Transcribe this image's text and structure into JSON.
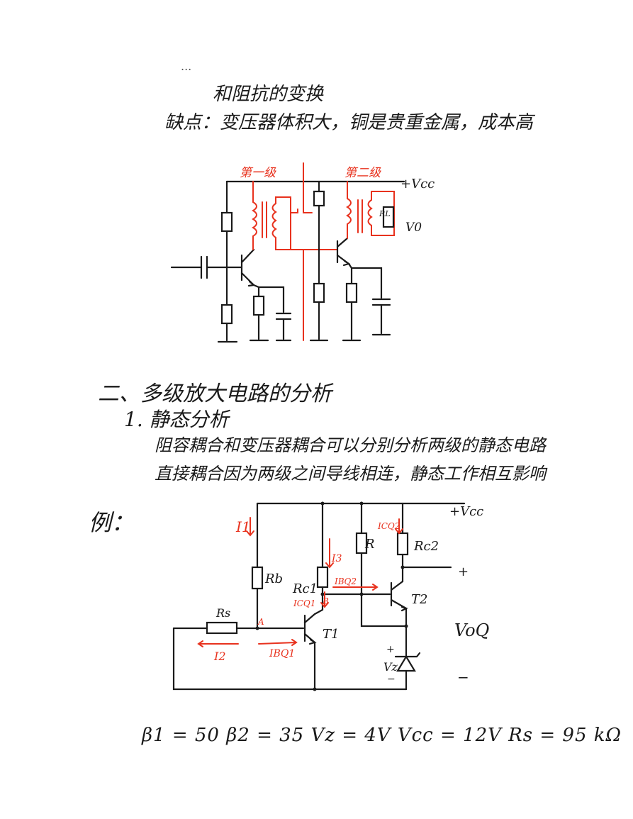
{
  "notes": {
    "partial_top": "...",
    "impedance_line": "和阻抗的变换",
    "disadvantage_line": "缺点：变压器体积大，铜是贵重金属，成本高",
    "section_title": "二、多级放大电路的分析",
    "subsection_title": "1. 静态分析",
    "point_1": "阻容耦合和变压器耦合可以分别分析两级的静态电路",
    "point_2": "直接耦合因为两级之间导线相连，静态工作相互影响",
    "example_label": "例："
  },
  "circuit1": {
    "stage1_label": "第一级",
    "stage2_label": "第二级",
    "vcc_label": "+Vcc",
    "rl_label": "RL",
    "vo_label": "V0"
  },
  "circuit2": {
    "vcc_label": "+Vcc",
    "i1_label": "I1",
    "icq2_label": "ICQ2",
    "r_label": "R",
    "rc2_label": "Rc2",
    "rb_label": "Rb",
    "rc1_label": "Rc1",
    "i3_label": "I3",
    "ibq2_label": "IBQ2",
    "t2_label": "T2",
    "icq1_label": "ICQ1",
    "b_label": "B",
    "rs_label": "Rs",
    "a_label": "A",
    "t1_label": "T1",
    "i2_label": "I2",
    "ibq1_label": "IBQ1",
    "vz_label": "Vz",
    "voq_label": "VoQ",
    "plus_label": "+",
    "minus_label": "−",
    "vz_plus": "+",
    "vz_minus": "−"
  },
  "params_line": "β1 = 50   β2 = 35    Vz = 4V    Vcc = 12V    Rs = 95 kΩ",
  "colors": {
    "ink": "#1a1a1a",
    "annotation": "#e8321e"
  }
}
